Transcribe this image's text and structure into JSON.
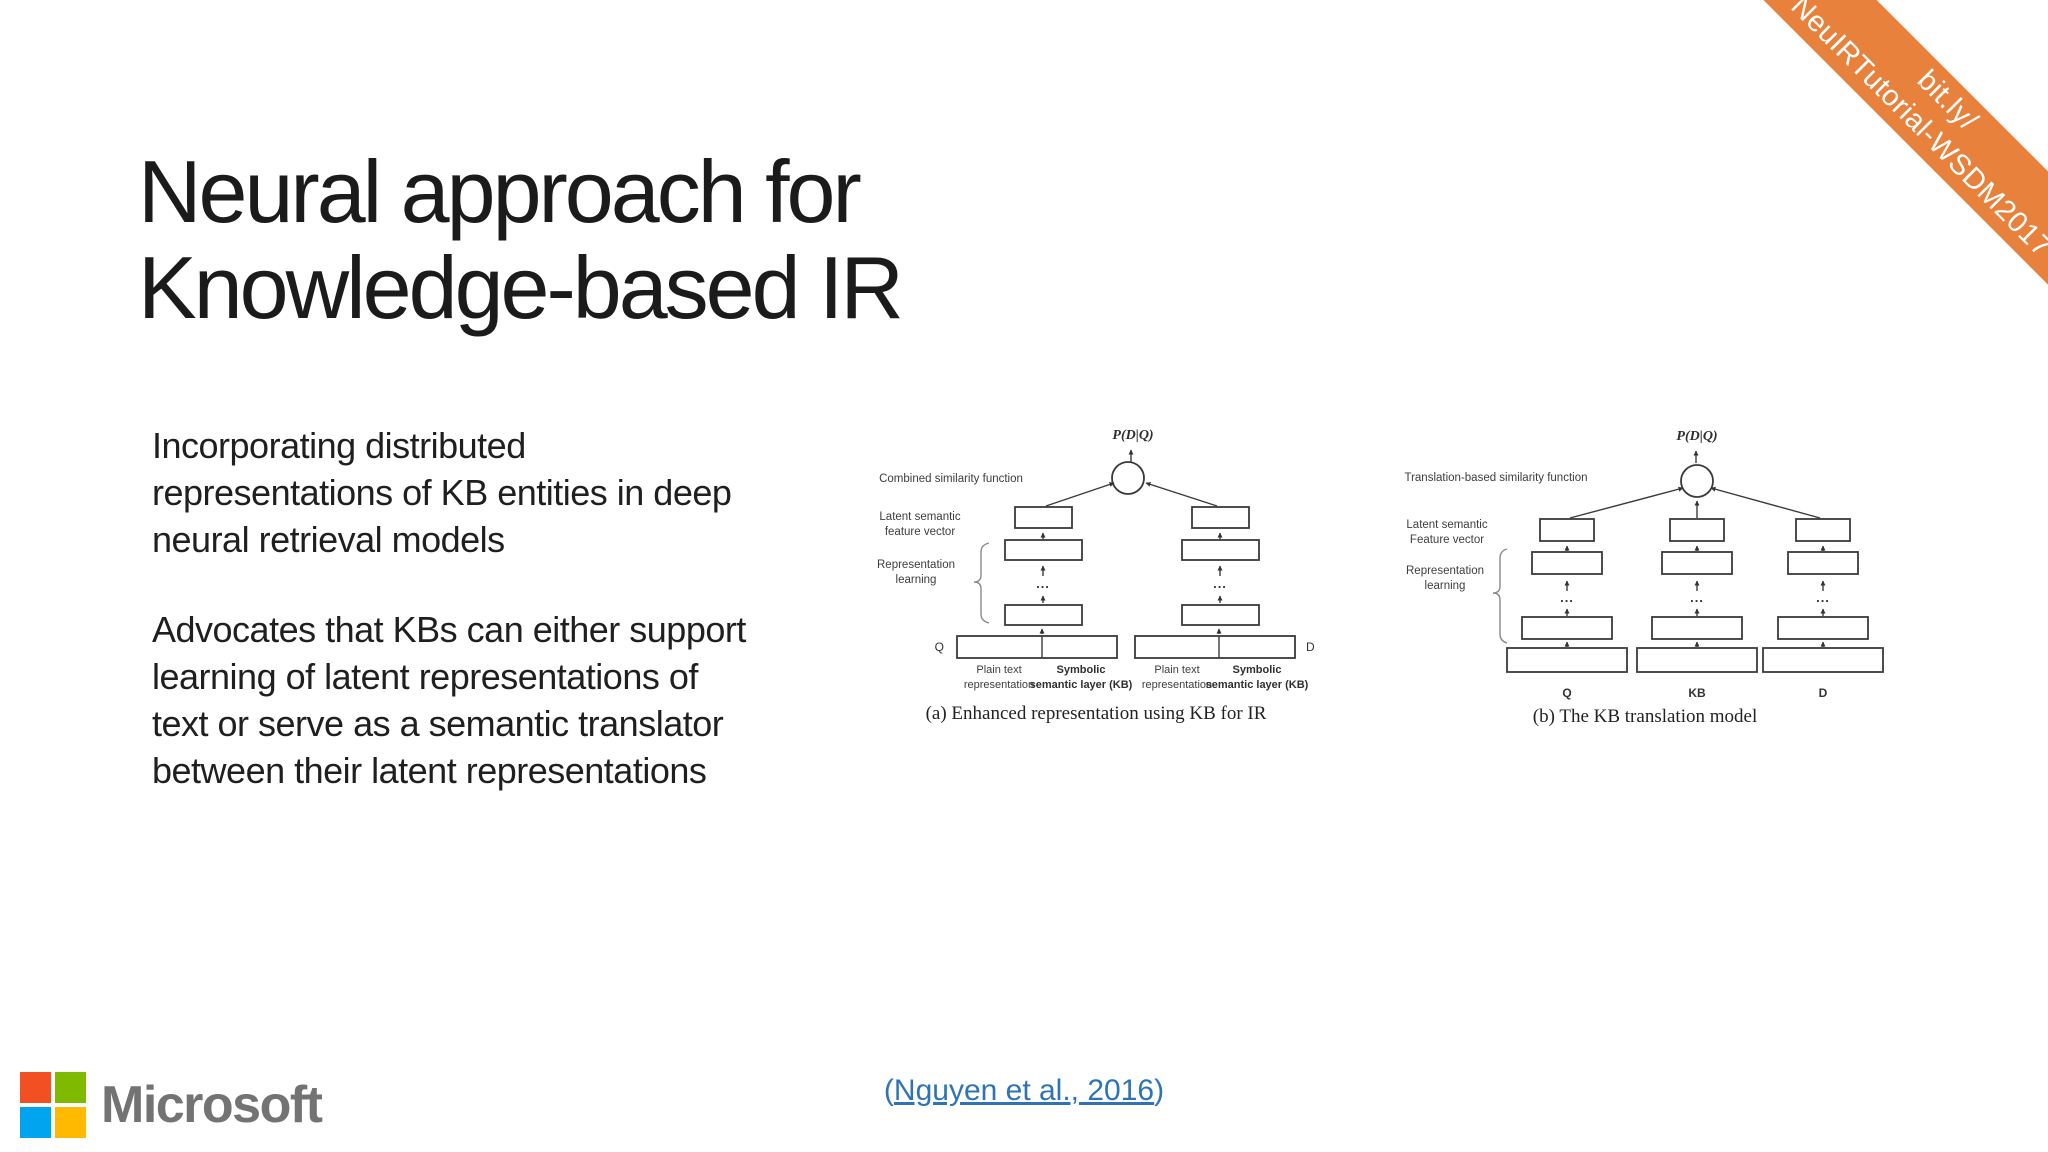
{
  "ribbon": {
    "lines": [
      "bit.ly/",
      "NeuIRTutorial-WSDM2017"
    ],
    "color": "#E8813B"
  },
  "title": {
    "line1": "Neural approach for",
    "line2": "Knowledge-based IR"
  },
  "body": {
    "paragraph1": "Incorporating distributed representations of KB entities in deep neural retrieval models",
    "paragraph2": "Advocates that KBs can either support learning of latent representations of text or serve as a semantic translator between their latent representations"
  },
  "figure_a": {
    "prob_label": "P(D|Q)",
    "function_label": "Combined similarity function",
    "latent_line1": "Latent semantic",
    "latent_line2": "feature vector",
    "rep_line1": "Representation",
    "rep_line2": "learning",
    "dots": "...",
    "q_label": "Q",
    "d_label": "D",
    "left_cell_line1": "Plain text",
    "left_cell_line2": "representation",
    "right_cell_line1": "Symbolic",
    "right_cell_line2": "semantic layer (KB)",
    "caption": "(a) Enhanced representation using KB for IR"
  },
  "figure_b": {
    "prob_label": "P(D|Q)",
    "function_label": "Translation-based similarity function",
    "latent_line1": "Latent semantic",
    "latent_line2": "Feature vector",
    "rep_line1": "Representation",
    "rep_line2": "learning",
    "dots": "...",
    "q_label": "Q",
    "kb_label": "KB",
    "d_label": "D",
    "caption": "(b) The KB translation model"
  },
  "footer": {
    "logo_text": "Microsoft",
    "citation_open": "(",
    "citation_link": "Nguyen et al., 2016",
    "citation_close": ")"
  },
  "colors": {
    "ribbon_orange": "#E8813B",
    "link_blue": "#2E74B5",
    "ms_red": "#F25022",
    "ms_green": "#7FBA00",
    "ms_blue": "#00A4EF",
    "ms_yellow": "#FFB900",
    "ms_gray": "#737373",
    "text_dark": "#1f1f1f"
  }
}
